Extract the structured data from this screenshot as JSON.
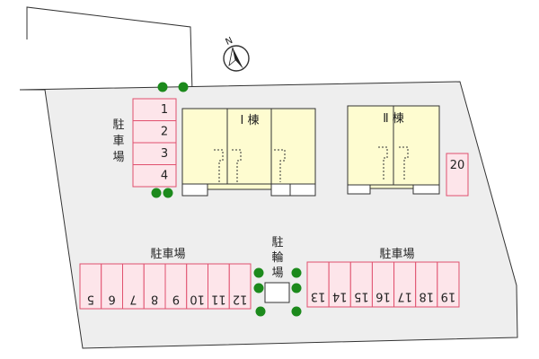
{
  "map": {
    "compass_label": "N",
    "buildings": [
      {
        "label": "Ⅰ 棟"
      },
      {
        "label": "Ⅱ 棟"
      }
    ],
    "parking_labels": {
      "top_left": [
        "駐",
        "車",
        "場"
      ],
      "bottom_left": "駐車場",
      "bottom_right": "駐車場"
    },
    "bicycle_label": [
      "駐",
      "輪",
      "場"
    ],
    "spaces": {
      "top_left": [
        "1",
        "2",
        "3",
        "4"
      ],
      "single": "20",
      "bottom_left": [
        "5",
        "6",
        "7",
        "8",
        "9",
        "10",
        "11",
        "12"
      ],
      "bottom_right": [
        "13",
        "14",
        "15",
        "16",
        "17",
        "18",
        "19"
      ]
    },
    "colors": {
      "lot": "#eeeeee",
      "building": "#fefcd0",
      "parking_fill": "#fde5ea",
      "parking_stroke": "#e0506e",
      "tree": "#1c8a1c"
    }
  }
}
